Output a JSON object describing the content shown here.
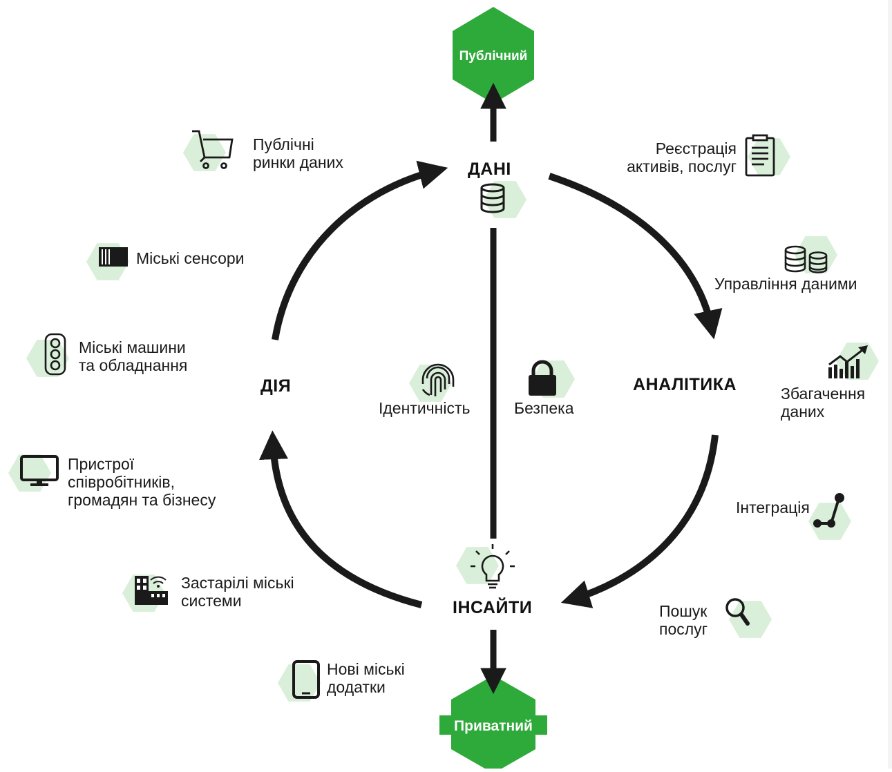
{
  "colors": {
    "accent": "#2eaa3a",
    "light": "#d9efd9",
    "ink": "#1a1a1a"
  },
  "hub": {
    "public": "Публічний",
    "private": "Приватний"
  },
  "stages": {
    "data": "ДАНІ",
    "analytics": "АНАЛІТИКА",
    "insights": "ІНСАЙТИ",
    "action": "ДІЯ"
  },
  "center": {
    "identity": "Ідентичність",
    "security": "Безпека"
  },
  "left_items": [
    {
      "icon": "shopping-cart-icon",
      "line1": "Публічні",
      "line2": "ринки даних"
    },
    {
      "icon": "sensor-icon",
      "line1": "Міські сенсори",
      "line2": ""
    },
    {
      "icon": "traffic-light-icon",
      "line1": "Міські машини",
      "line2": "та обладнання"
    },
    {
      "icon": "monitor-icon",
      "line1": "Пристрої",
      "line2": "співробітників,",
      "line3": "громадян та бізнесу"
    },
    {
      "icon": "legacy-building-icon",
      "line1": "Застарілі міські",
      "line2": "системи"
    },
    {
      "icon": "smartphone-icon",
      "line1": "Нові міські",
      "line2": "додатки"
    }
  ],
  "right_items": [
    {
      "icon": "document-icon",
      "line1": "Реєстрація",
      "line2": "активів, послуг"
    },
    {
      "icon": "database-pair-icon",
      "line1": "Управління даними",
      "line2": ""
    },
    {
      "icon": "growth-chart-icon",
      "line1": "Збагачення",
      "line2": "даних"
    },
    {
      "icon": "integration-nodes-icon",
      "line1": "Інтеграція",
      "line2": ""
    },
    {
      "icon": "magnifier-icon",
      "line1": "Пошук",
      "line2": "послуг"
    }
  ]
}
